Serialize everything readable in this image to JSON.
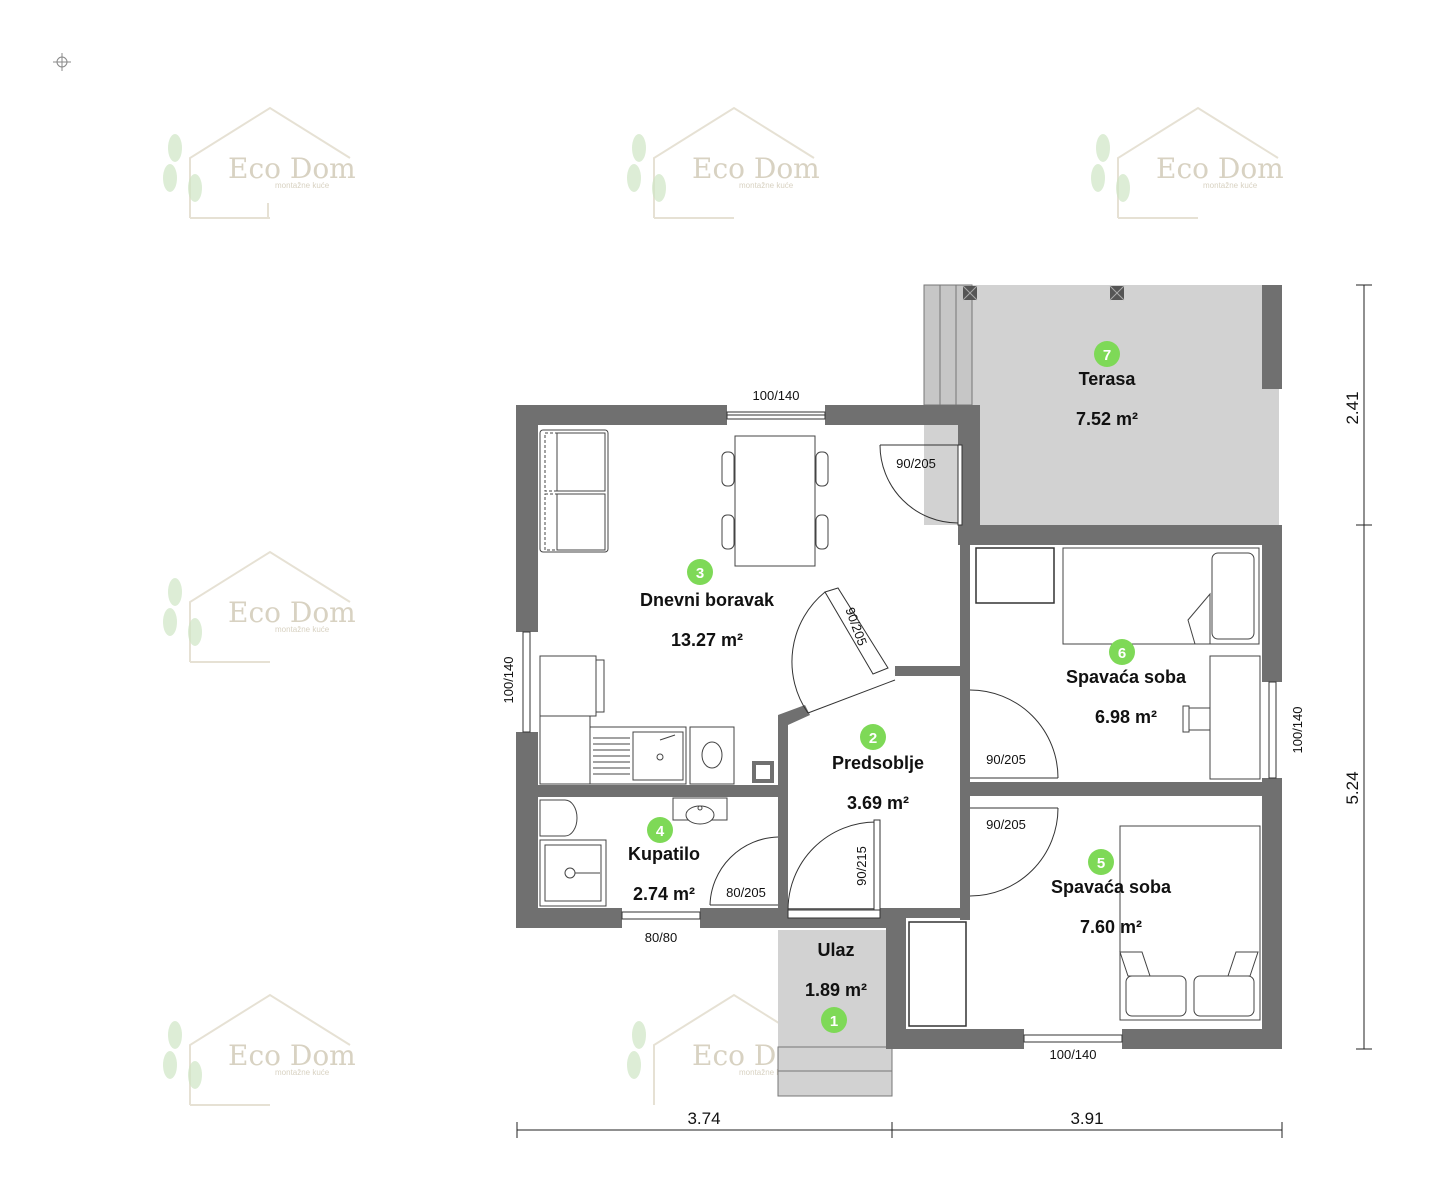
{
  "watermark": {
    "brand": "Eco Dom",
    "sub": "montažne kuće"
  },
  "rooms": [
    {
      "number": "1",
      "name": "Ulaz",
      "area": "1.89 m²"
    },
    {
      "number": "2",
      "name": "Predsoblje",
      "area": "3.69 m²"
    },
    {
      "number": "3",
      "name": "Dnevni boravak",
      "area": "13.27 m²"
    },
    {
      "number": "4",
      "name": "Kupatilo",
      "area": "2.74 m²"
    },
    {
      "number": "5",
      "name": "Spavaća soba",
      "area": "7.60 m²"
    },
    {
      "number": "6",
      "name": "Spavaća soba",
      "area": "6.98 m²"
    },
    {
      "number": "7",
      "name": "Terasa",
      "area": "7.52 m²"
    }
  ],
  "openings": {
    "window_living_top": "100/140",
    "window_living_left": "100/140",
    "window_bedroom6_right": "100/140",
    "window_bedroom5_bottom": "100/140",
    "window_bathroom": "80/80",
    "door_terrace": "90/205",
    "door_living": "90/205",
    "door_bedroom6": "90/205",
    "door_bedroom5": "90/205",
    "door_bathroom": "80/205",
    "door_entrance": "90/215"
  },
  "dimensions": {
    "bottom_left": "3.74",
    "bottom_right": "3.91",
    "right_top": "2.41",
    "right_bottom": "5.24"
  },
  "colors": {
    "wall": "#707070",
    "badge": "#7ed957",
    "terrace": "#d2d2d2"
  }
}
